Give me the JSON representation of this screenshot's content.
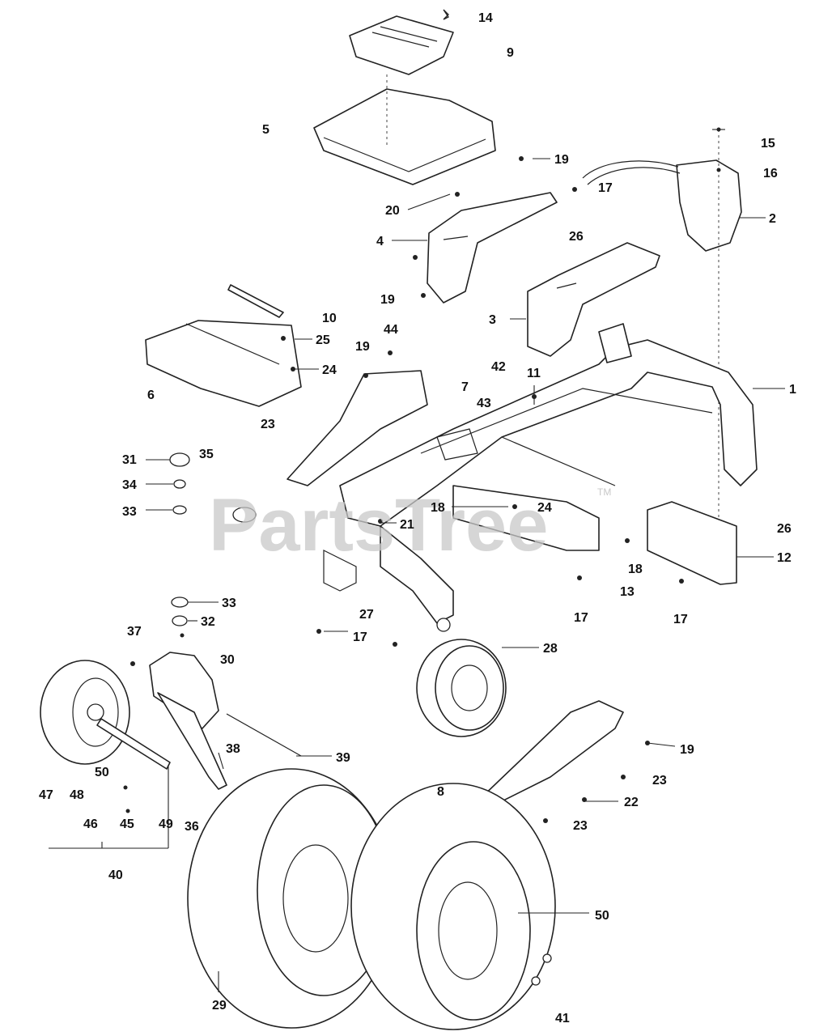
{
  "watermark": {
    "text": "PartsTree",
    "trademark": "TM"
  },
  "callouts": {
    "c1": "1",
    "c2": "2",
    "c3": "3",
    "c4": "4",
    "c5": "5",
    "c6": "6",
    "c7": "7",
    "c8": "8",
    "c9": "9",
    "c10": "10",
    "c11": "11",
    "c12": "12",
    "c13": "13",
    "c14": "14",
    "c15": "15",
    "c16": "16",
    "c17": "17",
    "c18": "18",
    "c19": "19",
    "c20": "20",
    "c21": "21",
    "c22": "22",
    "c23": "23",
    "c24": "24",
    "c25": "25",
    "c26": "26",
    "c27": "27",
    "c28": "28",
    "c29": "29",
    "c30": "30",
    "c31": "31",
    "c32": "32",
    "c33": "33",
    "c34": "34",
    "c35": "35",
    "c36": "36",
    "c37": "37",
    "c38": "38",
    "c39": "39",
    "c40": "40",
    "c41": "41",
    "c42": "42",
    "c43": "43",
    "c44": "44",
    "c45": "45",
    "c46": "46",
    "c47": "47",
    "c48": "48",
    "c49": "49",
    "c50": "50"
  },
  "colors": {
    "line": "#222222",
    "watermark": "#c8c8c8",
    "background": "#ffffff"
  }
}
